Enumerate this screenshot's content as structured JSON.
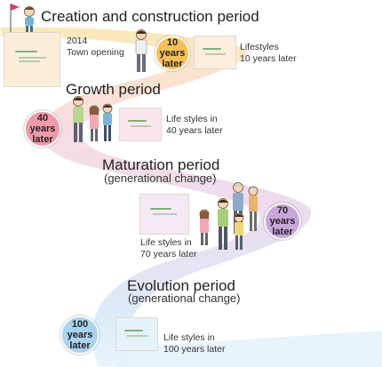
{
  "phases": [
    {
      "name": "Creation and construction period",
      "subtitle": ""
    },
    {
      "name": "Growth period",
      "subtitle": ""
    },
    {
      "name": "Maturation period",
      "subtitle": "(generational change)"
    },
    {
      "name": "Evolution period",
      "subtitle": "(generational change)"
    }
  ],
  "opening": {
    "year": "2014",
    "label": "Town opening"
  },
  "milestones": [
    {
      "line1": "10 years",
      "line2": "later",
      "caption_l1": "Lifestyles",
      "caption_l2": "10 years later",
      "color": "#f7c05a"
    },
    {
      "line1": "40 years",
      "line2": "later",
      "caption_l1": "Life styles in",
      "caption_l2": "40 years later",
      "color": "#ef9aa8"
    },
    {
      "line1": "70 years",
      "line2": "later",
      "caption_l1": "Life styles in",
      "caption_l2": "70 years later",
      "color": "#c7a6d8"
    },
    {
      "line1": "100 years",
      "line2": "later",
      "caption_l1": "Life styles in",
      "caption_l2": "100 years later",
      "color": "#a9d3ef"
    }
  ],
  "colors": {
    "road_creation": "#fbe9b8",
    "road_growth": "#f9dde3",
    "road_maturation": "#ecdcef",
    "road_evolution": "#dcecf7",
    "flag": "#e8336b"
  }
}
